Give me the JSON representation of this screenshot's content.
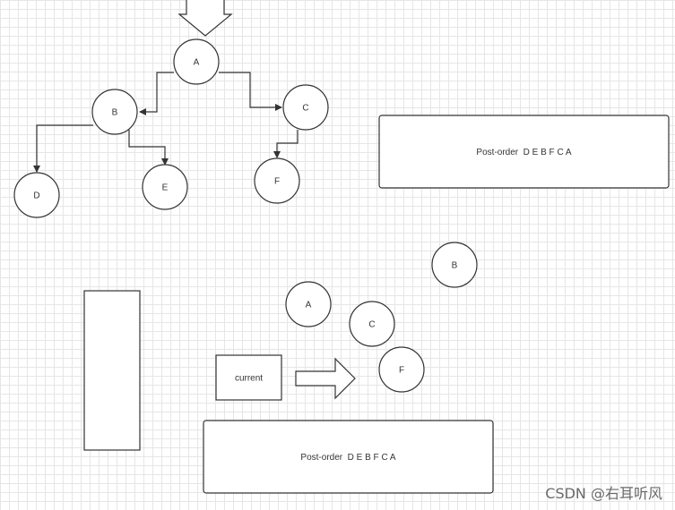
{
  "tree_nodes": {
    "A": "A",
    "B": "B",
    "C": "C",
    "D": "D",
    "E": "E",
    "F": "F"
  },
  "post_order_box_top": {
    "label": "Post-order  D E B F C A"
  },
  "post_order_box_bottom": {
    "label": "Post-order  D E B F C A"
  },
  "current_box": {
    "label": "current"
  },
  "loose_nodes": {
    "B": "B",
    "A": "A",
    "C": "C",
    "F": "F"
  },
  "watermark": "CSDN @右耳听风",
  "colors": {
    "stroke": "#333333",
    "fill": "#ffffff",
    "grid": "#e6e6e6"
  }
}
